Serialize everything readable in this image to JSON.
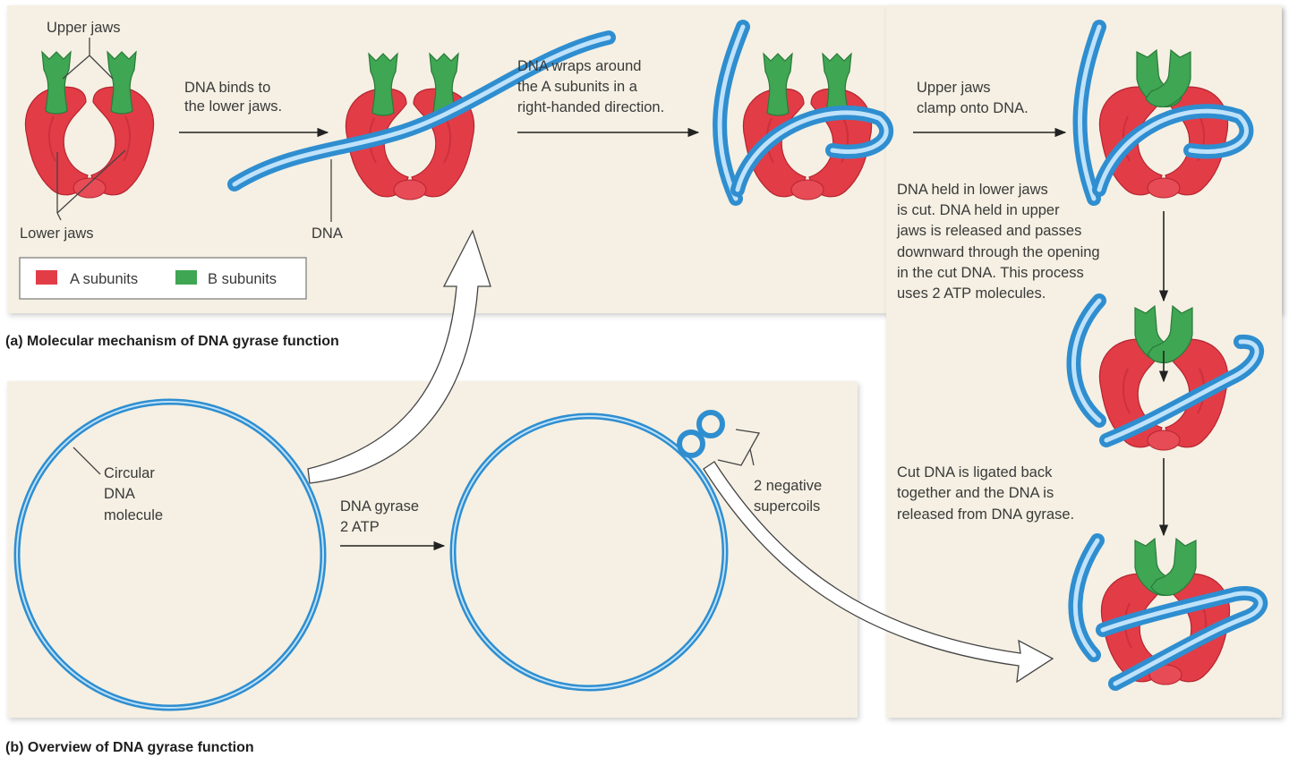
{
  "panel_a": {
    "caption": "(a) Molecular mechanism of DNA gyrase function",
    "labels": {
      "upper_jaws": "Upper jaws",
      "lower_jaws": "Lower jaws",
      "dna": "DNA"
    },
    "steps": {
      "binds": [
        "DNA binds to",
        "the lower jaws."
      ],
      "wraps": [
        "DNA wraps around",
        "the A subunits in a",
        "right-handed direction."
      ],
      "clamp": [
        "Upper jaws",
        "clamp onto DNA."
      ],
      "cut": [
        "DNA held in lower jaws",
        "is cut. DNA held in upper",
        "jaws is released and passes",
        "downward through the opening",
        "in the cut DNA. This process",
        "uses 2 ATP molecules."
      ],
      "ligate": [
        "Cut DNA is ligated back",
        "together and the DNA is",
        "released from DNA gyrase."
      ]
    },
    "legend": {
      "a_label": "A subunits",
      "b_label": "B subunits",
      "a_color": "#e23c47",
      "b_color": "#3fa653"
    }
  },
  "panel_b": {
    "caption": "(b) Overview of DNA gyrase function",
    "circular_label": [
      "Circular",
      "DNA",
      "molecule"
    ],
    "arrow_label": [
      "DNA gyrase",
      "2 ATP"
    ],
    "supercoil_label": [
      "2 negative",
      "supercoils"
    ]
  },
  "colors": {
    "dna": "#2f8ed0",
    "dna_light": "#bfe2fa",
    "panel_bg": "#f5f0e3"
  }
}
